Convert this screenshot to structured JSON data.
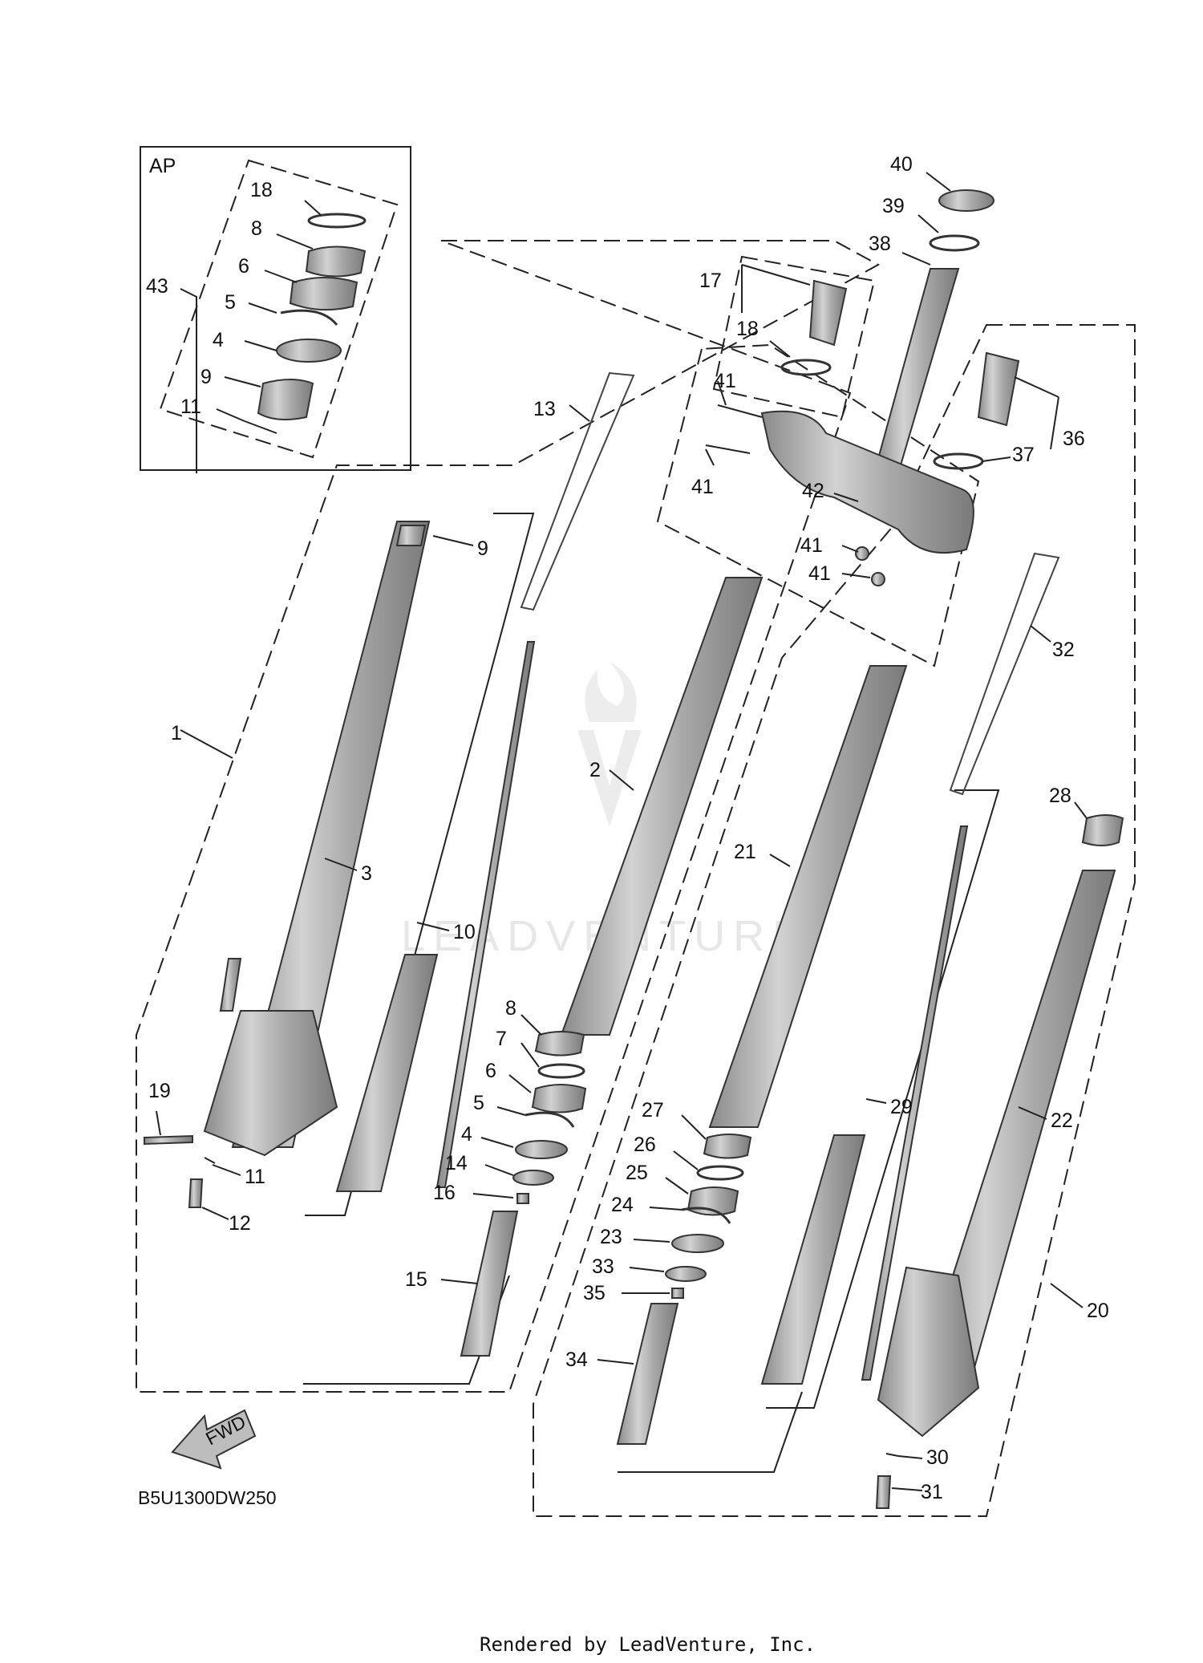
{
  "diagram": {
    "inset_label": "AP",
    "diagram_code": "B5U1300DW250",
    "direction_label": "FWD",
    "watermark": "LEADVENTURE",
    "footer": "Rendered by LeadVenture, Inc.",
    "callouts": [
      {
        "id": "c40",
        "label": "40"
      },
      {
        "id": "c39",
        "label": "39"
      },
      {
        "id": "c38",
        "label": "38"
      },
      {
        "id": "c17",
        "label": "17"
      },
      {
        "id": "c18b",
        "label": "18"
      },
      {
        "id": "c41a",
        "label": "41"
      },
      {
        "id": "c41b",
        "label": "41"
      },
      {
        "id": "c42",
        "label": "42"
      },
      {
        "id": "c41c",
        "label": "41"
      },
      {
        "id": "c41d",
        "label": "41"
      },
      {
        "id": "c36",
        "label": "36"
      },
      {
        "id": "c37",
        "label": "37"
      },
      {
        "id": "c13",
        "label": "13"
      },
      {
        "id": "c9b",
        "label": "9"
      },
      {
        "id": "c1",
        "label": "1"
      },
      {
        "id": "c3",
        "label": "3"
      },
      {
        "id": "c2",
        "label": "2"
      },
      {
        "id": "c10",
        "label": "10"
      },
      {
        "id": "c21",
        "label": "21"
      },
      {
        "id": "c32",
        "label": "32"
      },
      {
        "id": "c28",
        "label": "28"
      },
      {
        "id": "c29",
        "label": "29"
      },
      {
        "id": "c22",
        "label": "22"
      },
      {
        "id": "c20",
        "label": "20"
      },
      {
        "id": "c8b",
        "label": "8"
      },
      {
        "id": "c7",
        "label": "7"
      },
      {
        "id": "c6b",
        "label": "6"
      },
      {
        "id": "c5b",
        "label": "5"
      },
      {
        "id": "c4b",
        "label": "4"
      },
      {
        "id": "c14",
        "label": "14"
      },
      {
        "id": "c16",
        "label": "16"
      },
      {
        "id": "c15",
        "label": "15"
      },
      {
        "id": "c19",
        "label": "19"
      },
      {
        "id": "c11b",
        "label": "11"
      },
      {
        "id": "c12",
        "label": "12"
      },
      {
        "id": "c27",
        "label": "27"
      },
      {
        "id": "c26",
        "label": "26"
      },
      {
        "id": "c25",
        "label": "25"
      },
      {
        "id": "c24",
        "label": "24"
      },
      {
        "id": "c23",
        "label": "23"
      },
      {
        "id": "c33",
        "label": "33"
      },
      {
        "id": "c35",
        "label": "35"
      },
      {
        "id": "c34",
        "label": "34"
      },
      {
        "id": "c30",
        "label": "30"
      },
      {
        "id": "c31",
        "label": "31"
      },
      {
        "id": "c18a",
        "label": "18"
      },
      {
        "id": "c8a",
        "label": "8"
      },
      {
        "id": "c43",
        "label": "43"
      },
      {
        "id": "c6a",
        "label": "6"
      },
      {
        "id": "c5a",
        "label": "5"
      },
      {
        "id": "c4a",
        "label": "4"
      },
      {
        "id": "c9a",
        "label": "9"
      },
      {
        "id": "c11a",
        "label": "11"
      }
    ]
  }
}
